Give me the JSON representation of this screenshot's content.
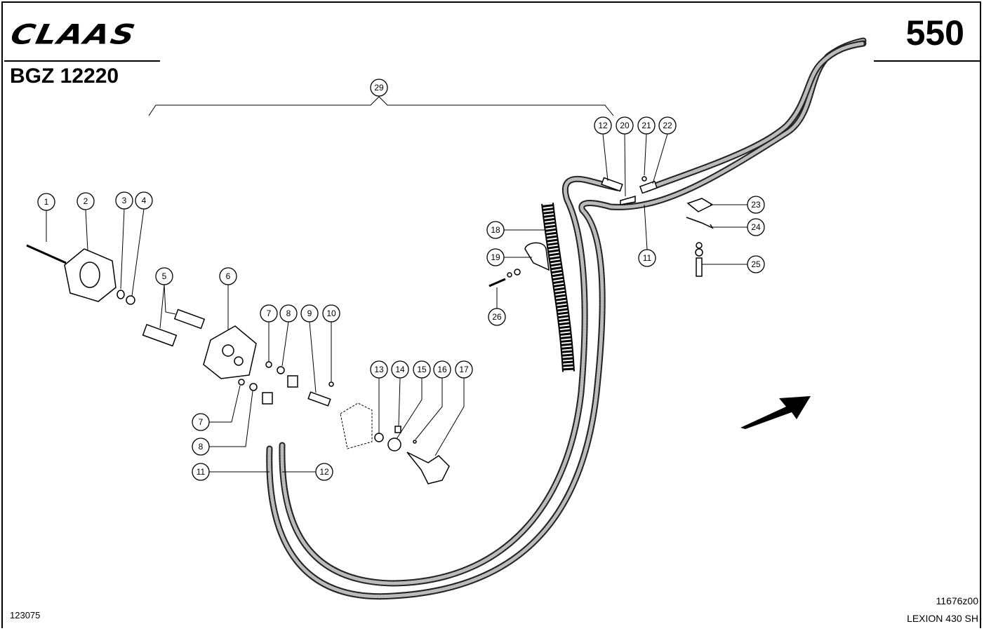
{
  "header": {
    "brand": "CLAAS",
    "group": "BGZ 12220",
    "page_number": "550"
  },
  "footer": {
    "left_code": "123075",
    "drawing_number": "11676z00",
    "model": "LEXION 430 SH"
  },
  "callouts": [
    "1",
    "2",
    "3",
    "4",
    "5",
    "6",
    "7",
    "8",
    "9",
    "10",
    "7",
    "8",
    "11",
    "12",
    "13",
    "14",
    "15",
    "16",
    "17",
    "18",
    "19",
    "26",
    "12",
    "20",
    "21",
    "22",
    "23",
    "24",
    "25",
    "11",
    "29"
  ]
}
